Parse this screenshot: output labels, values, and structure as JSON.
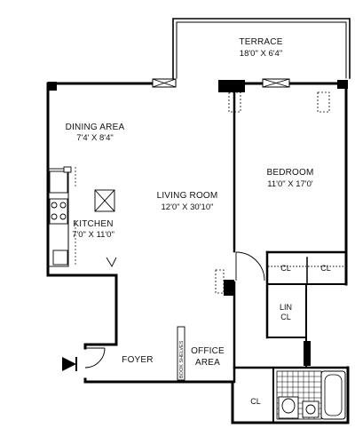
{
  "rooms": {
    "terrace": {
      "name": "TERRACE",
      "dims": "18'0\" X 6'4\""
    },
    "dining": {
      "name": "DINING AREA",
      "dims": "7'4' X 8'4\""
    },
    "living": {
      "name": "LIVING ROOM",
      "dims": "12'0\" X 30'10\""
    },
    "bedroom": {
      "name": "BEDROOM",
      "dims": "11'0\" X 17'0'"
    },
    "kitchen": {
      "name": "KITCHEN",
      "dims": "7'0\" X 11'0\""
    },
    "foyer": {
      "name": "FOYER"
    },
    "office": {
      "name_line1": "OFFICE",
      "name_line2": "AREA"
    },
    "linen": {
      "line1": "LIN",
      "line2": "CL"
    },
    "closets": {
      "bedroom_left": "CL",
      "bedroom_right": "CL",
      "bottom": "CL"
    }
  },
  "labels": {
    "book_shelves": "BOOK SHELVES"
  }
}
